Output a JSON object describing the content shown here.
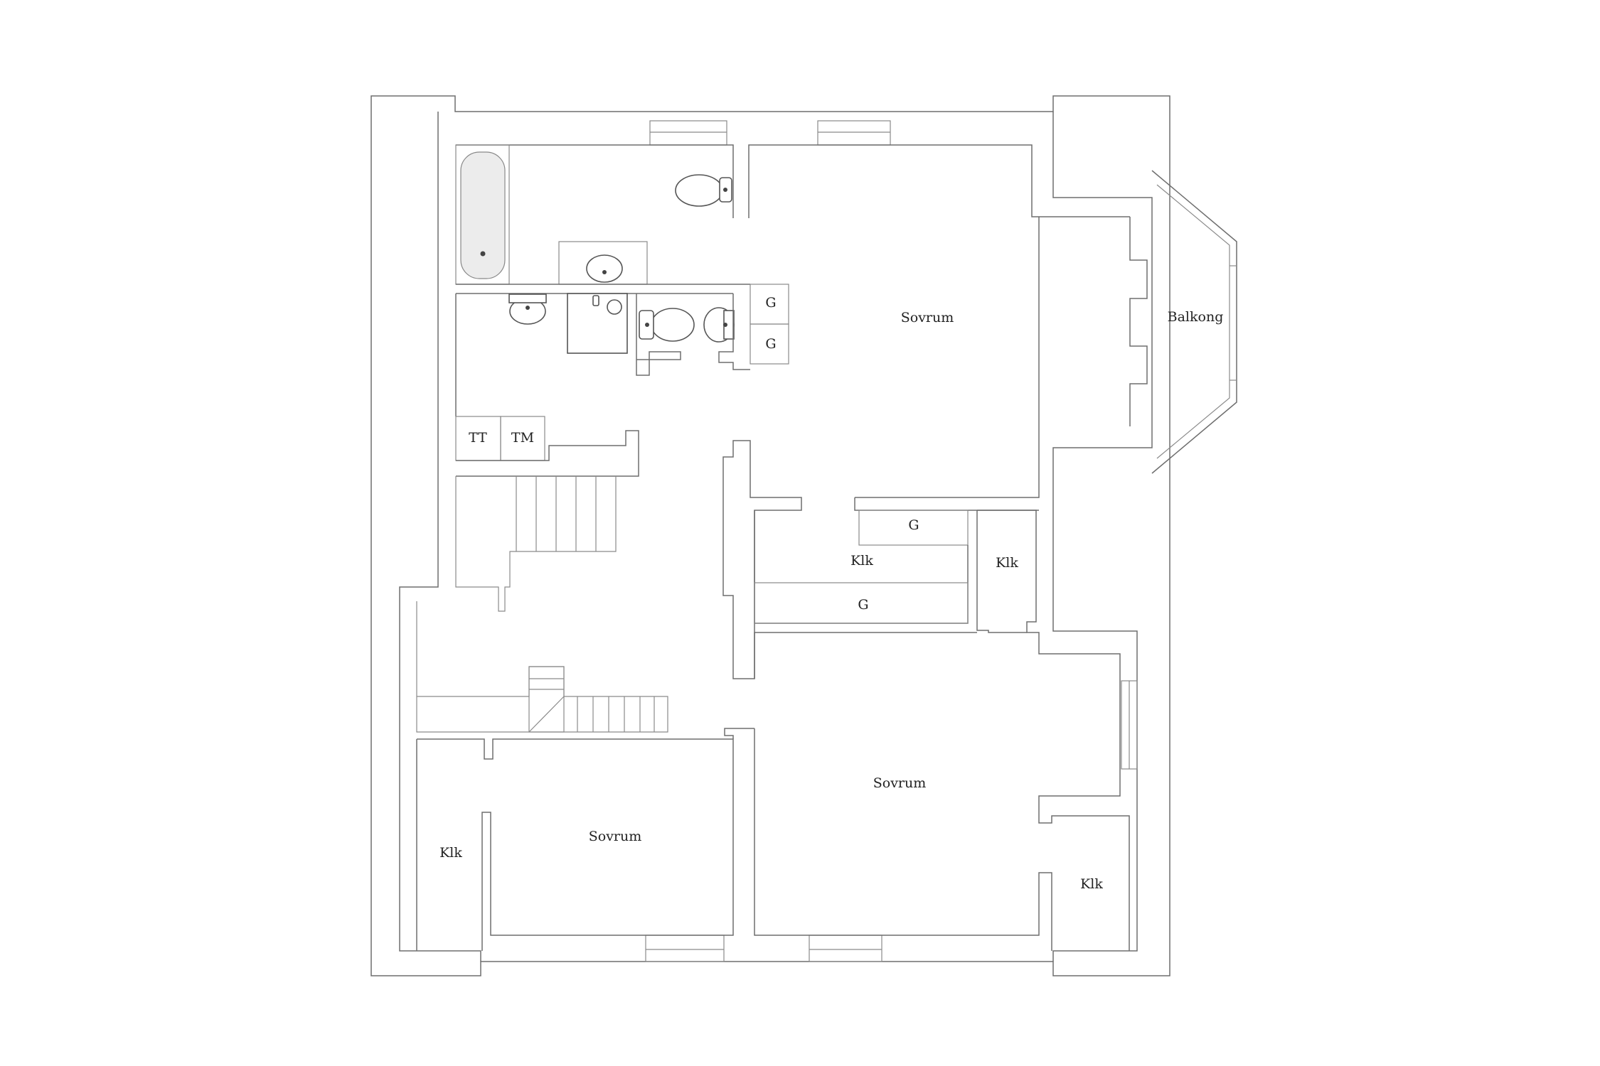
{
  "rooms": {
    "sovrum_top": "Sovrum",
    "balkong": "Balkong",
    "sovrum_mid": "Sovrum",
    "sovrum_bottom_left": "Sovrum",
    "klk_left": "Klk",
    "klk_center": "Klk",
    "klk_right_upper": "Klk",
    "klk_right_lower": "Klk",
    "g_bath_1": "G",
    "g_bath_2": "G",
    "g_center_top": "G",
    "g_center_bottom": "G",
    "tt": "TT",
    "tm": "TM"
  }
}
